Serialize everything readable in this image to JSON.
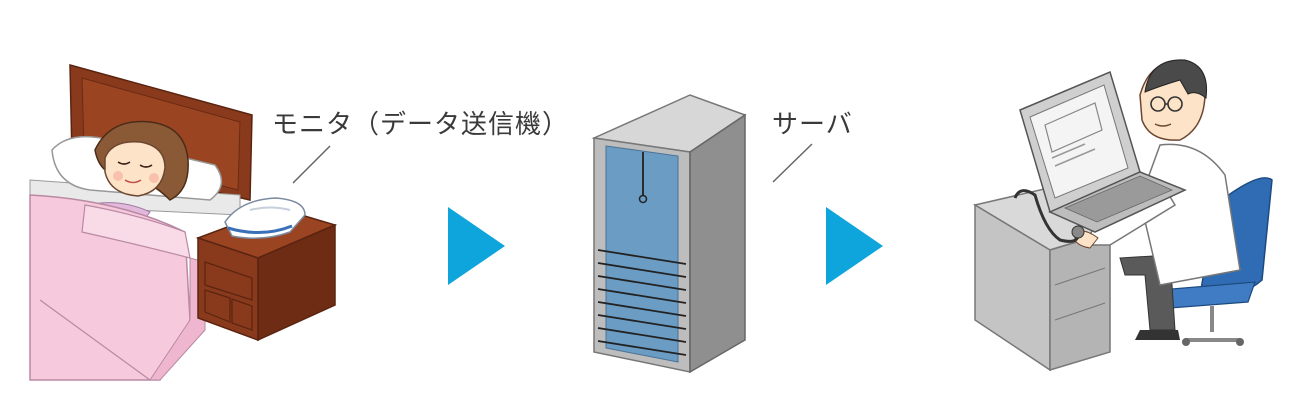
{
  "labels": {
    "monitor": "モニタ（データ送信機）",
    "server": "サーバ"
  },
  "icons": {
    "patient": "sleeping-patient-illustration",
    "arrow": "right-triangle-arrow",
    "server": "server-tower-illustration",
    "doctor": "doctor-at-computer-illustration"
  },
  "colors": {
    "arrow": "#0ea5dc",
    "server_blue": "#6a9cc4",
    "chair_blue": "#2f6cb3",
    "headboard": "#8a3a1c",
    "blanket": "#f6c9dc"
  }
}
